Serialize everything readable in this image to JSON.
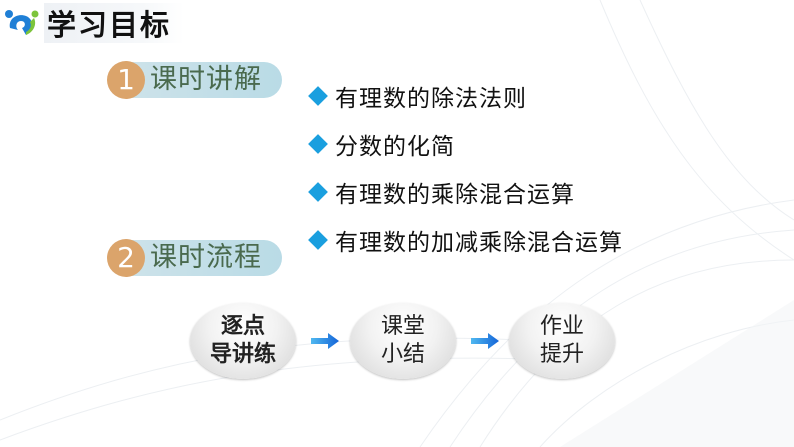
{
  "header": {
    "title": "学习目标",
    "logo_icon": "brand-logo-icon"
  },
  "sections": [
    {
      "number": "1",
      "label": "课时讲解"
    },
    {
      "number": "2",
      "label": "课时流程"
    }
  ],
  "objectives": [
    "有理数的除法法则",
    "分数的化简",
    "有理数的乘除混合运算",
    "有理数的加减乘除混合运算"
  ],
  "flow": {
    "steps": [
      {
        "line1": "逐点",
        "line2": "导讲练",
        "bold": true
      },
      {
        "line1": "课堂",
        "line2": "小结",
        "bold": false
      },
      {
        "line1": "作业",
        "line2": "提升",
        "bold": false
      }
    ],
    "arrow_icon": "arrow-right-icon"
  },
  "colors": {
    "accent_blue": "#1a9fdf",
    "section_number_bg": "#dba46b",
    "section_pill_bg": "#b9dbe6",
    "section_text": "#4a6a4e"
  }
}
